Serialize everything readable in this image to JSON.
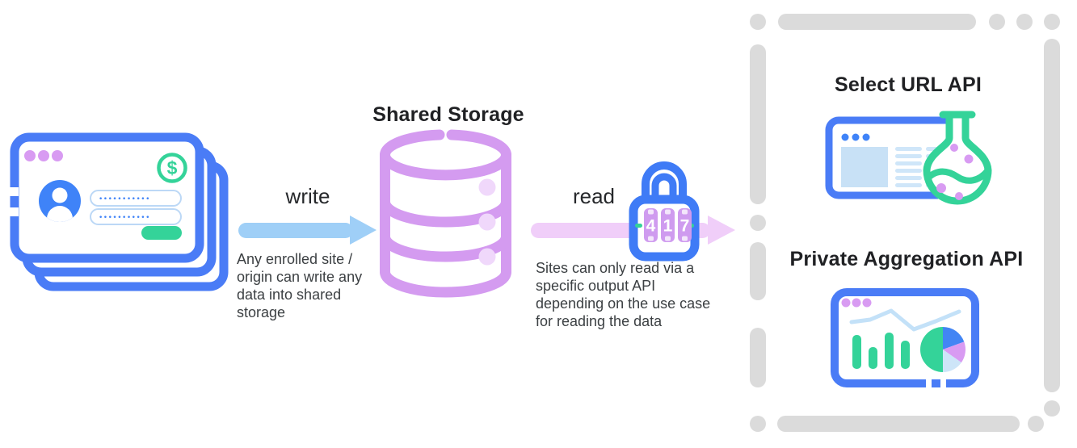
{
  "diagram_title_implicit": "Shared Storage flow",
  "left_card": {
    "password_value_1": "•••••••••••",
    "password_value_2": "•••••••••••",
    "dollar_glyph": "$"
  },
  "flow": {
    "write_label": "write",
    "write_note": "Any enrolled site / origin can write any data into shared storage",
    "read_label": "read",
    "read_note": "Sites can only read via a specific output API depending on the use case for reading the data"
  },
  "storage": {
    "title": "Shared Storage"
  },
  "lock": {
    "digits": [
      "4",
      "1",
      "7"
    ]
  },
  "output_apis": {
    "select_url": {
      "title": "Select URL API"
    },
    "private_aggregation": {
      "title": "Private Aggregation API"
    }
  },
  "icons": [
    "sites-card-stack-icon",
    "dollar-icon",
    "avatar-icon",
    "database-icon",
    "combination-lock-icon",
    "browser-flask-icon",
    "dashboard-chart-icon"
  ],
  "colors": {
    "blue_stroke": "#4a7cf6",
    "bright_blue": "#3f83f8",
    "green": "#34d399",
    "purple": "#d89bf2",
    "storage_purple": "#d49bf0",
    "write_arrow": "#9fcff7",
    "read_arrow": "#f0cef9",
    "dash_gray": "#dbdbdb",
    "title_text": "#202124",
    "body_text": "#3c4043"
  }
}
